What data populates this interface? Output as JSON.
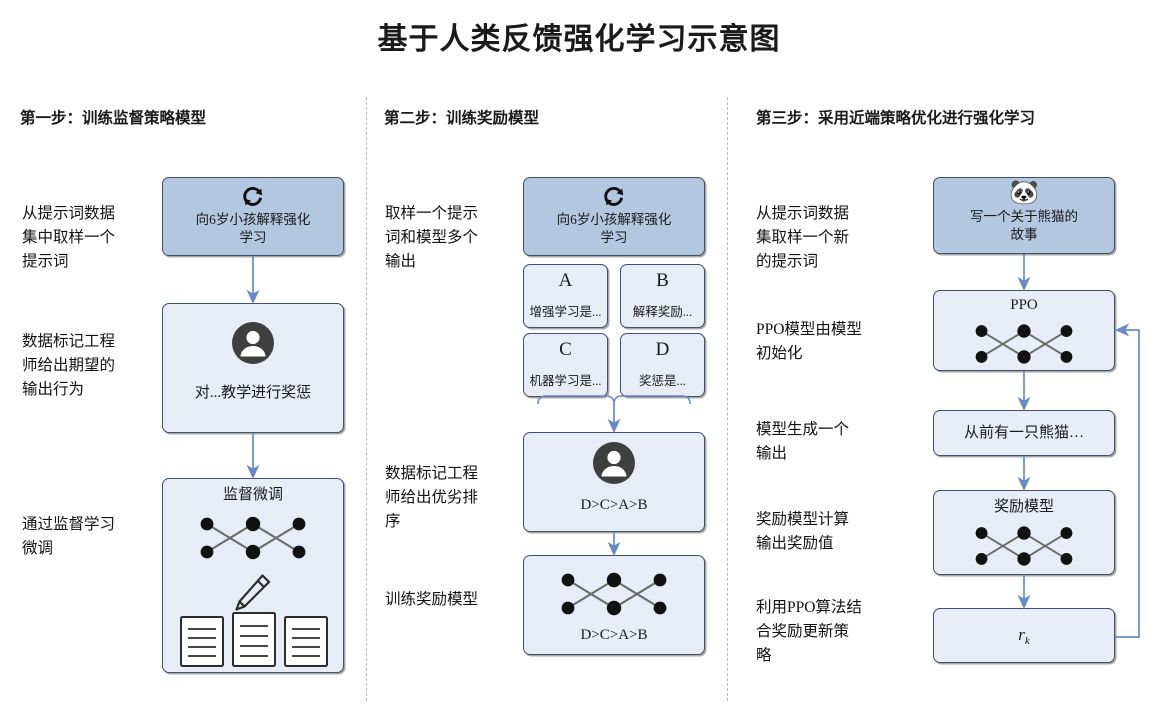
{
  "title": "基于人类反馈强化学习示意图",
  "columns": [
    {
      "id": "step-1",
      "header": "第一步：训练监督策略模型",
      "descriptions": [
        "从提示词数据\n集中取样一个\n提示词",
        "数据标记工程\n师给出期望的\n输出行为",
        "通过监督学习\n微调"
      ],
      "boxes": [
        {
          "id": "prompt",
          "caption": "向6岁小孩解释强化\n学习",
          "icon": "loop-arrow-icon",
          "fill": "#b4c7e0"
        },
        {
          "id": "human-label",
          "caption": "对...教学进行奖惩",
          "icon": "person-icon",
          "fill": "#e8ecf7"
        },
        {
          "id": "sft",
          "caption": "监督微调",
          "icon": "network-pencil-docs-icon",
          "fill": "#e8ecf7"
        }
      ]
    },
    {
      "id": "step-2",
      "header": "第二步：训练奖励模型",
      "descriptions": [
        "取样一个提示\n词和模型多个\n输出",
        "数据标记工程\n师给出优劣排\n序",
        "训练奖励模型"
      ],
      "boxes": [
        {
          "id": "prompt",
          "caption": "向6岁小孩解释强化\n学习",
          "icon": "loop-arrow-icon",
          "fill": "#b4c7e0"
        },
        {
          "id": "rank-human",
          "caption": "D>C>A>B",
          "icon": "person-icon",
          "fill": "#e8ecf7"
        },
        {
          "id": "reward-model",
          "caption": "D>C>A>B",
          "icon": "network-icon",
          "fill": "#e8ecf7"
        }
      ],
      "answers": [
        {
          "letter": "A",
          "text": "增强学习是..."
        },
        {
          "letter": "B",
          "text": "解释奖励..."
        },
        {
          "letter": "C",
          "text": "机器学习是..."
        },
        {
          "letter": "D",
          "text": "奖惩是..."
        }
      ]
    },
    {
      "id": "step-3",
      "header": "第三步：采用近端策略优化进行强化学习",
      "descriptions": [
        "从提示词数据\n集取样一个新\n的提示词",
        "PPO模型由模型\n初始化",
        "模型生成一个\n输出",
        "奖励模型计算\n输出奖励值",
        "利用PPO算法结\n合奖励更新策\n略"
      ],
      "boxes": [
        {
          "id": "panda-prompt",
          "caption": "写一个关于熊猫的\n故事",
          "icon": "panda-icon",
          "fill": "#b4c7e0"
        },
        {
          "id": "ppo",
          "caption": "PPO",
          "icon": "network-icon",
          "fill": "#e8ecf7"
        },
        {
          "id": "generated-output",
          "caption": "从前有一只熊猫…",
          "icon": "none",
          "fill": "#e8ecf7"
        },
        {
          "id": "reward-model",
          "caption": "奖励模型",
          "icon": "network-icon",
          "fill": "#e8ecf7"
        },
        {
          "id": "reward-value",
          "caption": "r",
          "subscript": "k",
          "icon": "none",
          "fill": "#e8ecf7"
        }
      ]
    }
  ],
  "colors": {
    "box_border": "#41506b",
    "box_fill": "#e8ecf7",
    "box_fill_blue": "#b4c7e0",
    "arrow": "#6a8ac4",
    "separator": "#b9b9b9",
    "icon_dark": "#3f3f3f",
    "text": "#1a1a1a"
  }
}
